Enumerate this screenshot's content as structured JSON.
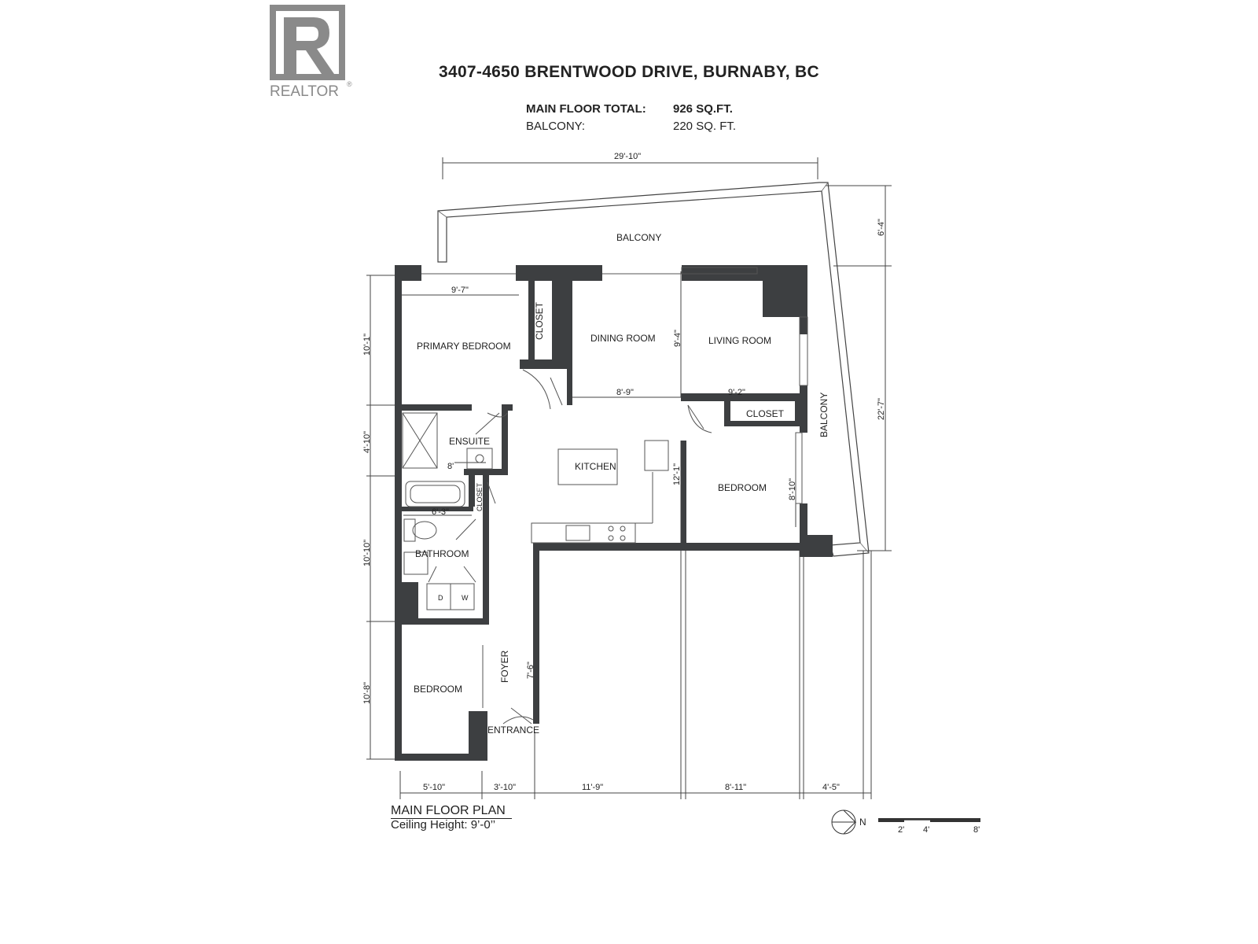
{
  "logo": {
    "text": "REALTOR",
    "mark": "®"
  },
  "header": {
    "address": "3407-4650 BRENTWOOD DRIVE, BURNABY, BC",
    "area_rows": [
      {
        "label": "MAIN FLOOR TOTAL:",
        "value": "926 SQ.FT."
      },
      {
        "label": "BALCONY:",
        "value": "220 SQ. FT."
      }
    ]
  },
  "rooms": {
    "balcony_top": "BALCONY",
    "balcony_side": "BALCONY",
    "primary_bedroom": "PRIMARY BEDROOM",
    "closet_primary": "CLOSET",
    "dining_room": "DINING ROOM",
    "living_room": "LIVING ROOM",
    "closet_bedroom": "CLOSET",
    "ensuite": "ENSUITE",
    "kitchen": "KITCHEN",
    "bedroom_right": "BEDROOM",
    "closet_small": "CLOSET",
    "bathroom": "BATHROOM",
    "bedroom_left": "BEDROOM",
    "foyer": "FOYER",
    "entrance": "ENTRANCE",
    "dryer": "D",
    "washer": "W"
  },
  "dimensions": {
    "overall_width": "29'-10\"",
    "balcony_depth": "6'-4\"",
    "right_height": "22'-7\"",
    "primary_width": "9'-7\"",
    "primary_height": "10'-1\"",
    "dining_height": "9'-4\"",
    "dining_width": "8'-9\"",
    "living_width": "9'-2\"",
    "ensuite_height": "4'-10\"",
    "ensuite_width": "8'",
    "kitchen_height": "12'-1\"",
    "bedroom_right_height": "8'-10\"",
    "bath_width": "6'-3\"",
    "bath_height": "10'-10\"",
    "foyer_height": "7'-6\"",
    "bedroom_left_height": "10'-8\"",
    "bottom_1": "5'-10\"",
    "bottom_2": "3'-10\"",
    "bottom_3": "11'-9\"",
    "bottom_4": "8'-11\"",
    "bottom_5": "4'-5\""
  },
  "footer": {
    "plan_title": "MAIN FLOOR PLAN",
    "ceiling": "Ceiling Height: 9’-0’’",
    "north": "N",
    "scale": [
      "2'",
      "4'",
      "8'"
    ]
  },
  "colors": {
    "wall": "#3d3f41",
    "line": "#444444",
    "logo": "#8a8a8a"
  }
}
